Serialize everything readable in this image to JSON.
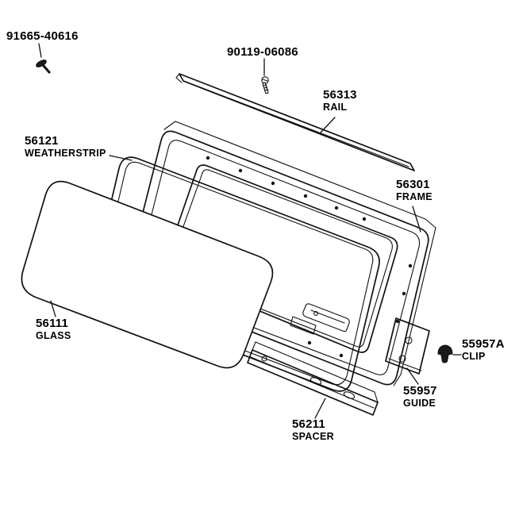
{
  "colors": {
    "background": "#ffffff",
    "line": "#111111"
  },
  "labels": [
    {
      "number": "91665-40616",
      "name": ""
    },
    {
      "number": "90119-06086",
      "name": ""
    },
    {
      "number": "56313",
      "name": "RAIL"
    },
    {
      "number": "56121",
      "name": "WEATHERSTRIP"
    },
    {
      "number": "56301",
      "name": "FRAME"
    },
    {
      "number": "56111",
      "name": "GLASS"
    },
    {
      "number": "55957A",
      "name": "CLIP"
    },
    {
      "number": "55957",
      "name": "GUIDE"
    },
    {
      "number": "56211",
      "name": "SPACER"
    }
  ]
}
